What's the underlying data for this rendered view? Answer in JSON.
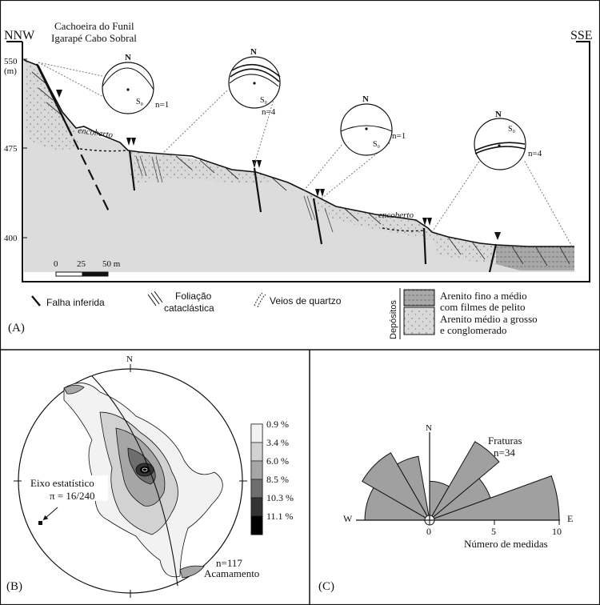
{
  "panel_a": {
    "site_title_1": "Cachoeira do Funil",
    "site_title_2": "Igarapé Cabo Sobral",
    "dir_left": "NNW",
    "dir_right": "SSE",
    "elev_550": "550",
    "elev_unit": "(m)",
    "elev_475": "475",
    "elev_400": "400",
    "covered_1": "encoberto",
    "covered_2": "encoberto",
    "scale_0": "0",
    "scale_25": "25",
    "scale_50": "50 m",
    "panel_label": "(A)",
    "stereonets": [
      {
        "north": "N",
        "plane": "S₀",
        "count": "n=1"
      },
      {
        "north": "N",
        "plane": "S₀",
        "count": "n=4"
      },
      {
        "north": "N",
        "plane": "S₀",
        "count": "n=1"
      },
      {
        "north": "N",
        "plane": "S₀",
        "count": "n=4"
      }
    ],
    "legend": {
      "fault": "Falha inferida",
      "foliation_1": "Foliação",
      "foliation_2": "cataclástica",
      "veins": "Veios de quartzo",
      "deposits": "Depósitos",
      "fine_1": "Arenito fino a médio",
      "fine_2": "com filmes de pelito",
      "coarse_1": "Arenito médio a grosso",
      "coarse_2": "e conglomerado"
    }
  },
  "panel_b": {
    "north": "N",
    "axis_1": "Eixo estatístico",
    "axis_2": "π = 16/240",
    "count": "n=117",
    "bedding": "Acamamento",
    "panel_label": "(B)",
    "contours": [
      {
        "label": "0.9 %",
        "color": "#f2f2f2"
      },
      {
        "label": "3.4 %",
        "color": "#d2d2d2"
      },
      {
        "label": "6.0 %",
        "color": "#a6a6a6"
      },
      {
        "label": "8.5 %",
        "color": "#6e6e6e"
      },
      {
        "label": "10.3 %",
        "color": "#333333"
      },
      {
        "label": "11.1 %",
        "color": "#000000"
      }
    ]
  },
  "panel_c": {
    "north": "N",
    "west": "W",
    "east": "E",
    "title": "Fraturas",
    "count": "n=34",
    "tick_0": "0",
    "tick_5": "5",
    "tick_10": "10",
    "xlabel": "Número de medidas",
    "panel_label": "(C)",
    "chart_data": {
      "type": "rose",
      "petals": [
        {
          "azimuth_from": 0,
          "azimuth_to": 30,
          "value": 3
        },
        {
          "azimuth_from": 30,
          "azimuth_to": 50,
          "value": 7
        },
        {
          "azimuth_from": 50,
          "azimuth_to": 70,
          "value": 5
        },
        {
          "azimuth_from": 70,
          "azimuth_to": 90,
          "value": 10
        },
        {
          "azimuth_from": -30,
          "azimuth_to": -10,
          "value": 5
        },
        {
          "azimuth_from": -60,
          "azimuth_to": -30,
          "value": 6
        },
        {
          "azimuth_from": -90,
          "azimuth_to": -60,
          "value": 5
        }
      ],
      "xlim": [
        0,
        10
      ]
    }
  }
}
